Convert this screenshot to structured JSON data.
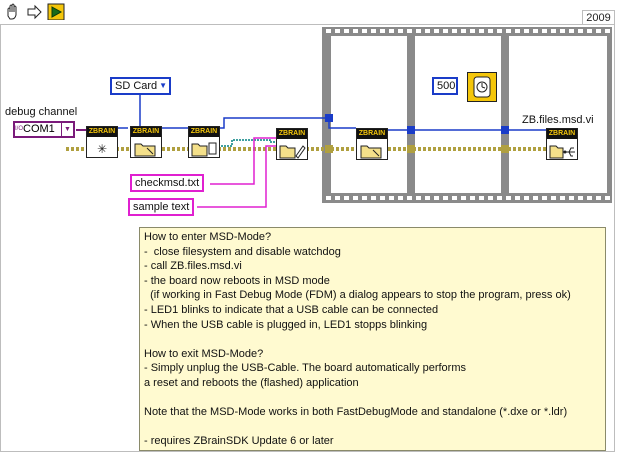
{
  "version": "2009",
  "debug_channel": {
    "label": "debug channel",
    "value": "COM1",
    "type_prefix": "I/O"
  },
  "storage_select": "SD Card",
  "string_constants": [
    "checkmsd.txt",
    "sample text"
  ],
  "wait_ms": "500",
  "vi_label": "ZB.files.msd.vi",
  "vi_header": "ZBRAIN",
  "note_lines": [
    "How to enter MSD-Mode?",
    "-  close filesystem and disable watchdog",
    "- call ZB.files.msd.vi",
    "- the board now reboots in MSD mode",
    "  (if working in Fast Debug Mode (FDM) a dialog appears to stop the program, press ok)",
    "- LED1 blinks to indicate that a USB cable can be connected",
    "- When the USB cable is plugged in, LED1 stopps blinking",
    "",
    "How to exit MSD-Mode?",
    "- Simply unplug the USB-Cable. The board automatically performs",
    "a reset and reboots the (flashed) application",
    "",
    "Note that the MSD-Mode works in both FastDebugMode and standalone (*.dxe or *.ldr)",
    "",
    "- requires ZBrainSDK Update 6 or later"
  ],
  "colors": {
    "wire_blue": "#1a3cc8",
    "wire_teal": "#008080",
    "wire_pink": "#e020d0",
    "error_cluster": "#b0a040",
    "frame_gray": "#8a8a8a",
    "note_bg": "#fffad0"
  },
  "icons": {
    "toolbar": [
      "hand-icon",
      "arrow-right-icon",
      "run-icon"
    ],
    "wait": "clock-icon",
    "usb": "usb-icon"
  }
}
